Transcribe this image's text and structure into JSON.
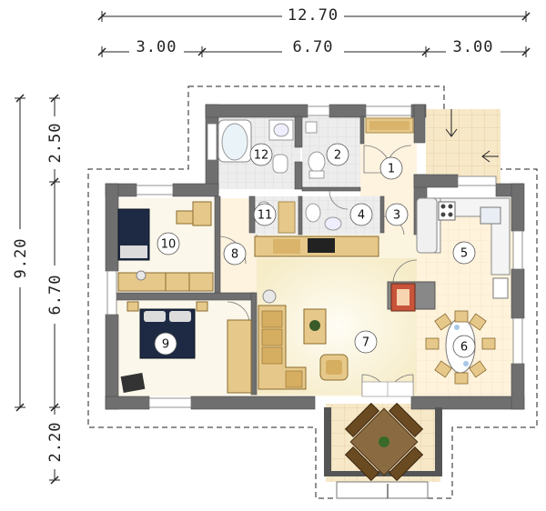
{
  "dimensions": {
    "top_total": "12.70",
    "top_left": "3.00",
    "top_middle": "6.70",
    "top_right": "3.00",
    "left_total": "9.20",
    "left_upper": "2.50",
    "left_middle": "6.70",
    "left_lower": "2.20"
  },
  "rooms": [
    "1",
    "2",
    "3",
    "4",
    "5",
    "6",
    "7",
    "8",
    "9",
    "10",
    "11",
    "12"
  ],
  "colors": {
    "wall": "#6f6f6f",
    "living_floor": "#fbf5e0",
    "kitchen_floor": "#fff3dc",
    "bath_floor": "#eeeeee",
    "terrace": "#f7e8c8",
    "furniture_wood": "#e6c98a",
    "bed_dark": "#1e2a44"
  }
}
